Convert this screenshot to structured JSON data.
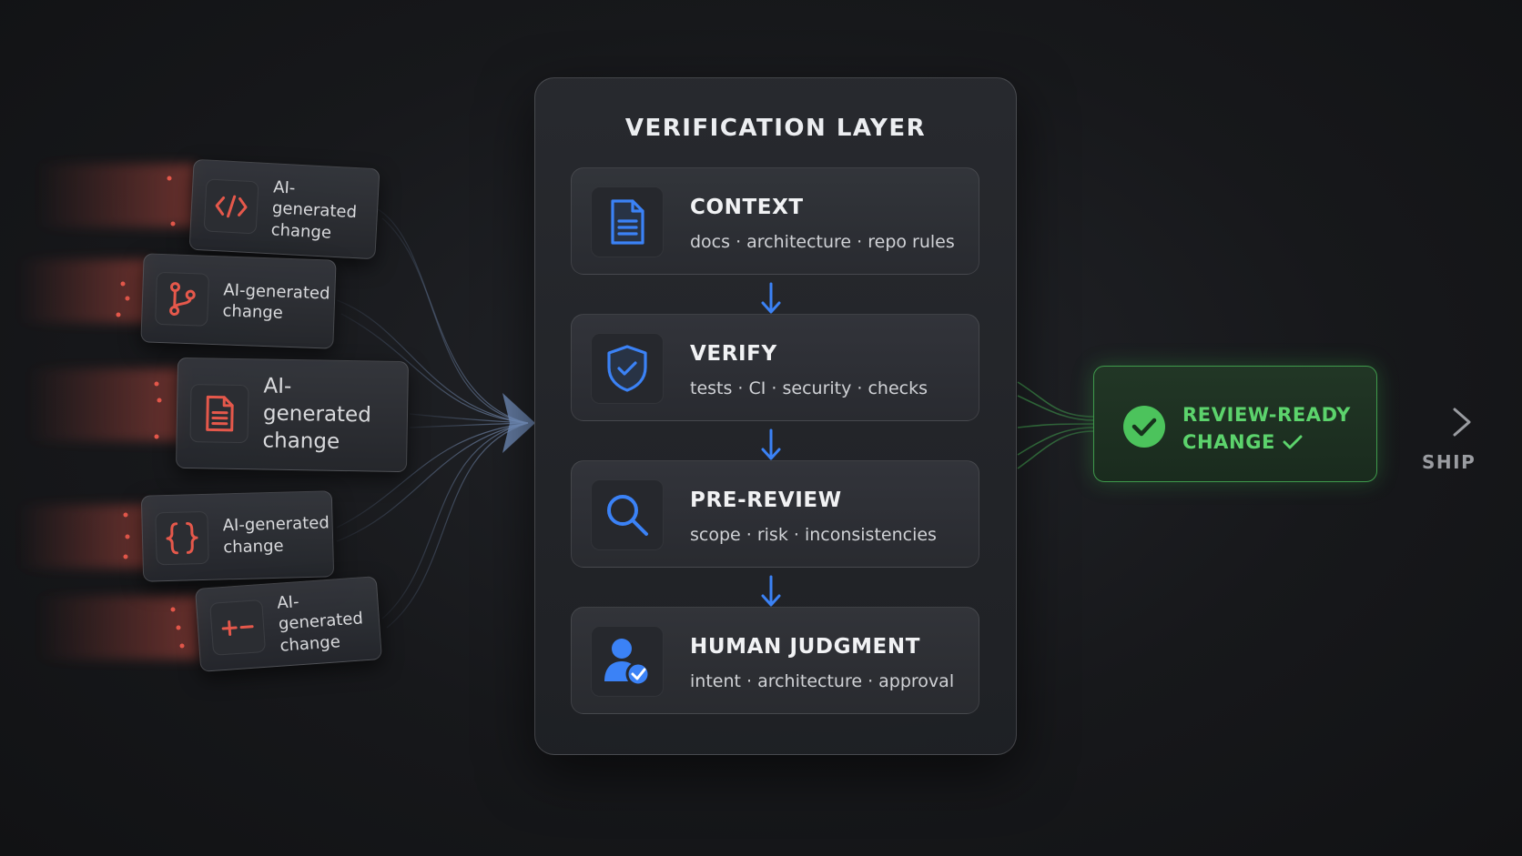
{
  "inputs": [
    {
      "icon": "code-icon",
      "label": "AI-generated change"
    },
    {
      "icon": "git-branch-icon",
      "label": "AI-generated change"
    },
    {
      "icon": "document-icon",
      "label": "AI-generated change"
    },
    {
      "icon": "braces-icon",
      "label": "AI-generated change"
    },
    {
      "icon": "plus-minus-icon",
      "label": "AI-generated change"
    }
  ],
  "panel": {
    "title": "VERIFICATION LAYER",
    "stages": [
      {
        "icon": "document-icon",
        "title": "CONTEXT",
        "subtitle": "docs · architecture · repo rules"
      },
      {
        "icon": "shield-check-icon",
        "title": "VERIFY",
        "subtitle": "tests · CI · security · checks"
      },
      {
        "icon": "magnifier-icon",
        "title": "PRE-REVIEW",
        "subtitle": "scope · risk · inconsistencies"
      },
      {
        "icon": "user-check-icon",
        "title": "HUMAN JUDGMENT",
        "subtitle": "intent · architecture · approval"
      }
    ]
  },
  "output": {
    "line1": "REVIEW-READY",
    "line2": "CHANGE",
    "icon": "check-circle-icon"
  },
  "ship": {
    "label": "SHIP",
    "icon": "arrow-right-icon"
  },
  "colors": {
    "input_accent": "#e5584b",
    "stage_accent": "#3b82f6",
    "output_accent": "#4cc35c",
    "ship_muted": "#9a9ca1"
  }
}
